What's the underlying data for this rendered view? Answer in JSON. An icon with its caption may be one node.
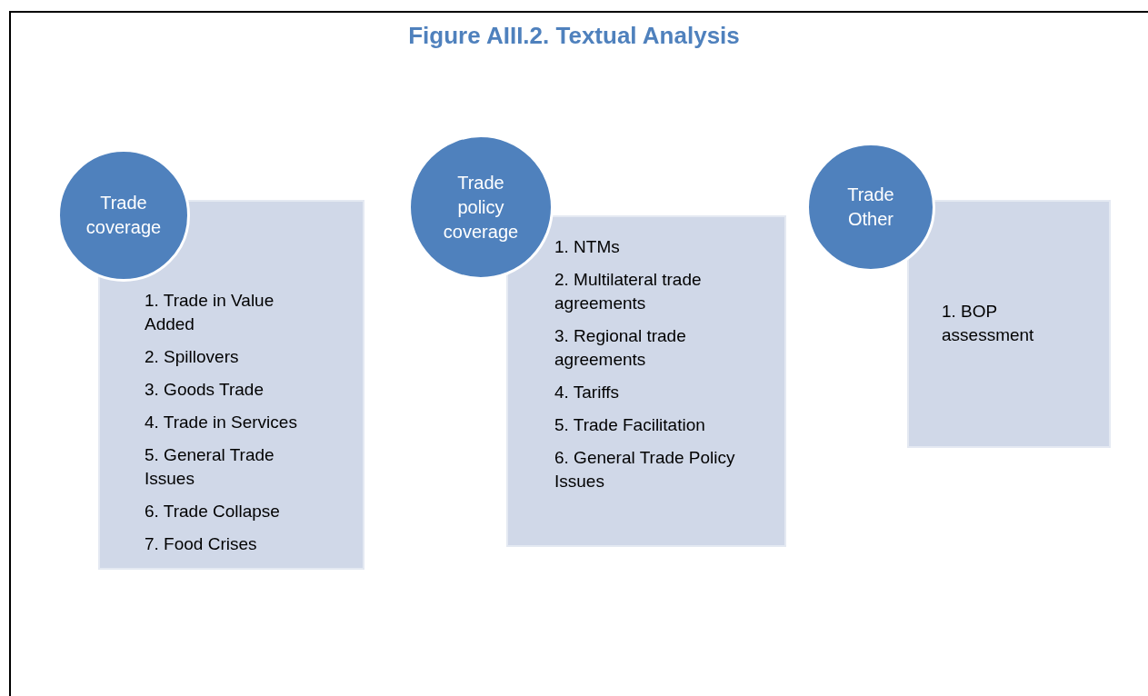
{
  "diagram": {
    "title": "Figure AIII.2. Textual Analysis",
    "nodes": [
      {
        "text": [
          "Trade coverage"
        ]
      },
      {
        "text": [
          "1. Trade in Value Added",
          "2. Spillovers",
          "3. Goods Trade",
          "4. Trade in Services",
          "5.  General Trade Issues",
          "6. Trade Collapse",
          "7. Food Crises"
        ]
      },
      {
        "text": [
          "Trade policy coverage"
        ]
      },
      {
        "text": [
          "1. NTMs",
          "2.  Multilateral trade agreements",
          "3. Regional trade agreements",
          "4. Tariffs",
          "5. Trade Facilitation",
          "6. General Trade Policy Issues"
        ]
      },
      {
        "text": [
          "Trade Other"
        ]
      },
      {
        "text": [
          "1. BOP assessment"
        ]
      }
    ]
  }
}
